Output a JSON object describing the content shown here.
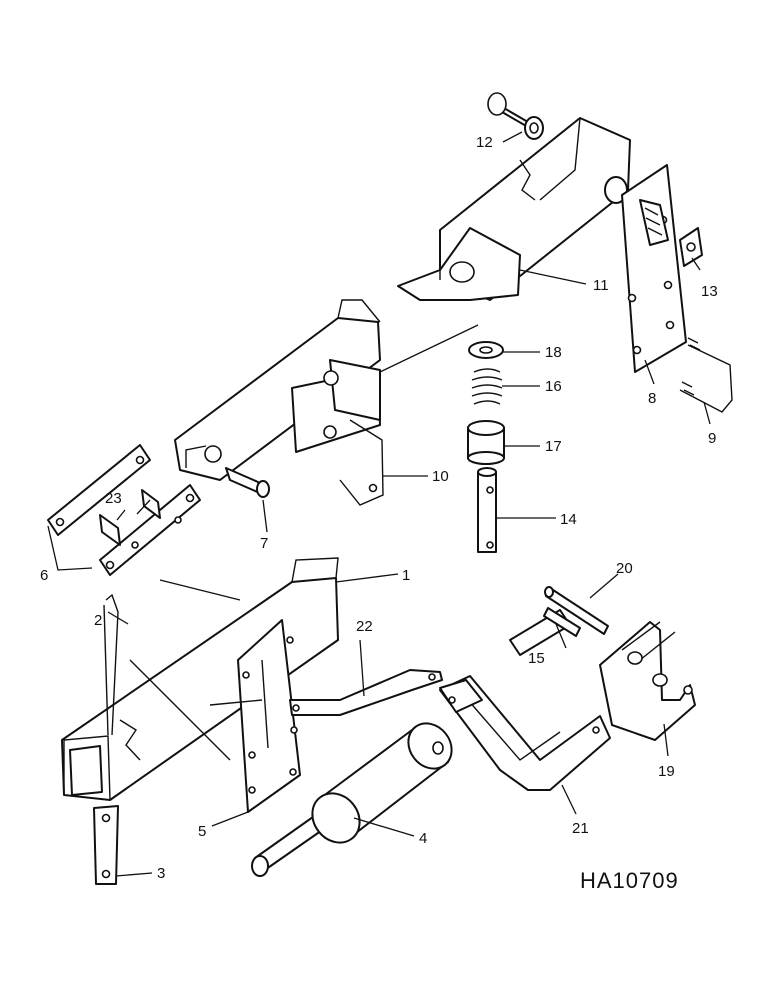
{
  "drawing_code": "HA10709",
  "callouts": {
    "c1": "1",
    "c2": "2",
    "c3": "3",
    "c4": "4",
    "c5": "5",
    "c6": "6",
    "c7": "7",
    "c8": "8",
    "c9": "9",
    "c10": "10",
    "c11": "11",
    "c12": "12",
    "c13": "13",
    "c14": "14",
    "c15": "15",
    "c16": "16",
    "c17": "17",
    "c18": "18",
    "c19": "19",
    "c20": "20",
    "c21": "21",
    "c22": "22",
    "c23": "23"
  }
}
